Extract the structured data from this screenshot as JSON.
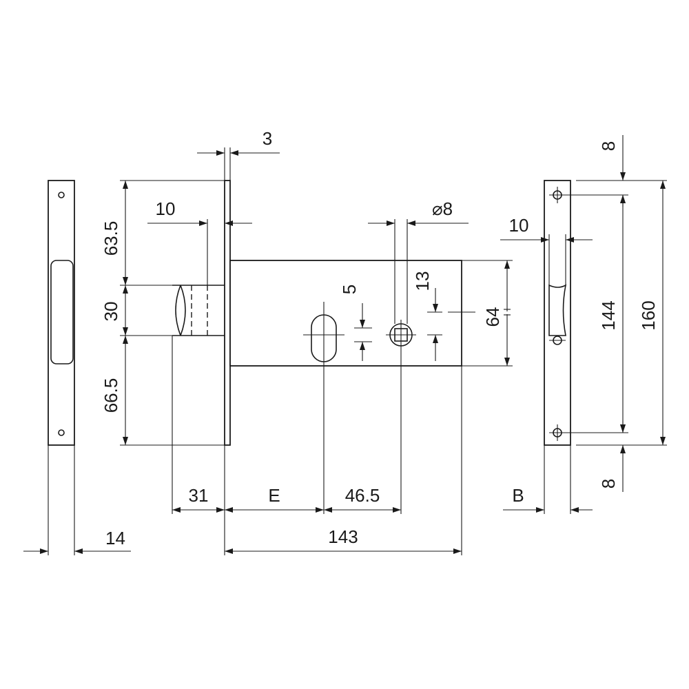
{
  "dimensions": {
    "faceplate_thickness": "3",
    "backset_offset_left": "10",
    "top_to_latch": "63.5",
    "latch_height": "30",
    "latch_to_bottom": "66.5",
    "spindle_size": "⌀8",
    "hole_width": "5",
    "spindle_offset": "13",
    "case_height": "64",
    "latch_projection": "31",
    "backset": "E",
    "key_to_spindle": "46.5",
    "case_depth": "143",
    "faceplate_width": "14",
    "strike_offset": "10",
    "strike_top_margin": "8",
    "strike_hole_spacing": "144",
    "strike_height": "160",
    "strike_bottom_margin": "8",
    "strike_depth": "B"
  }
}
